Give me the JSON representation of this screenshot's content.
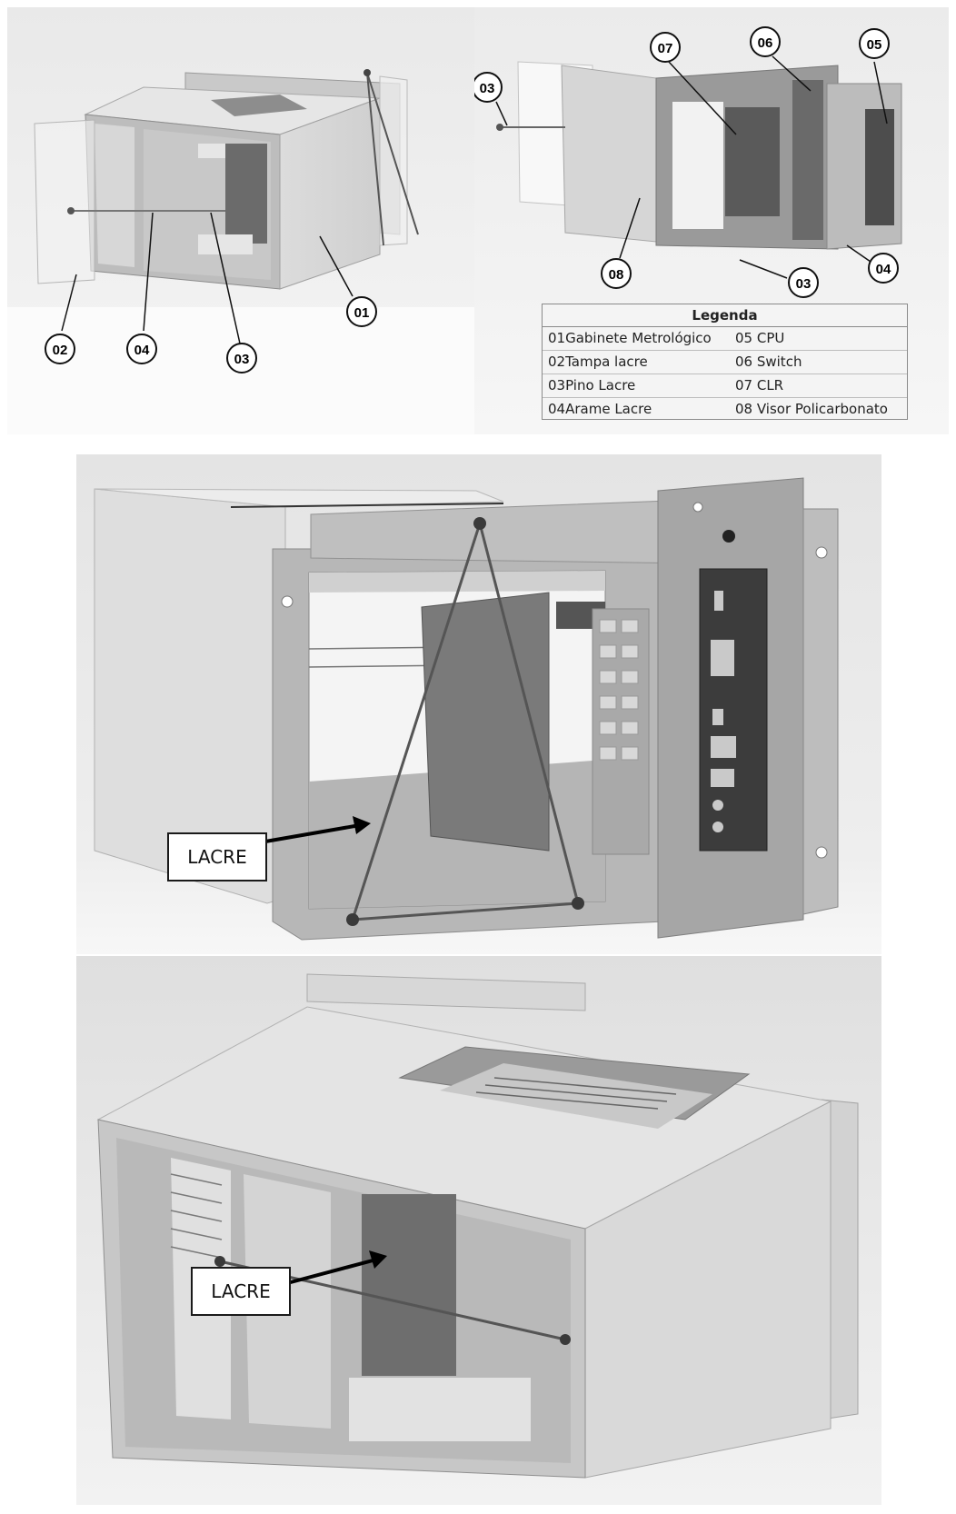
{
  "callouts": {
    "c01": "01",
    "c02": "02",
    "c03": "03",
    "c04": "04",
    "r03a": "03",
    "r03b": "03",
    "r04": "04",
    "r05": "05",
    "r06": "06",
    "r07": "07",
    "r08": "08"
  },
  "legend": {
    "title": "Legenda",
    "rows": [
      {
        "left": "01Gabinete Metrológico",
        "right": "05 CPU"
      },
      {
        "left": "02Tampa lacre",
        "right": "06 Switch"
      },
      {
        "left": "03Pino Lacre",
        "right": "07 CLR"
      },
      {
        "left": "04Arame Lacre",
        "right": "08 Visor Policarbonato"
      }
    ]
  },
  "labels": {
    "lacre_middle": "LACRE",
    "lacre_bottom": "LACRE"
  },
  "colors": {
    "metal": "#d9d9d9",
    "metal_dark": "#8c8c8c",
    "background": "#ececec"
  }
}
